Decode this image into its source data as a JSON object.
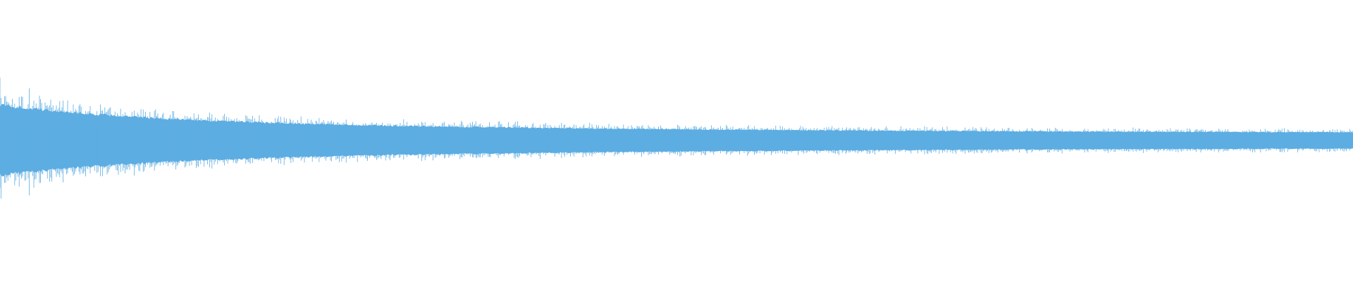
{
  "waveform": {
    "color": "#5DADE2",
    "background": "#FFFFFF",
    "peak_amplitude": 0.56,
    "body_amplitude_start": 0.26,
    "body_amplitude_end": 0.05,
    "envelope": "decaying",
    "channels": 1
  }
}
